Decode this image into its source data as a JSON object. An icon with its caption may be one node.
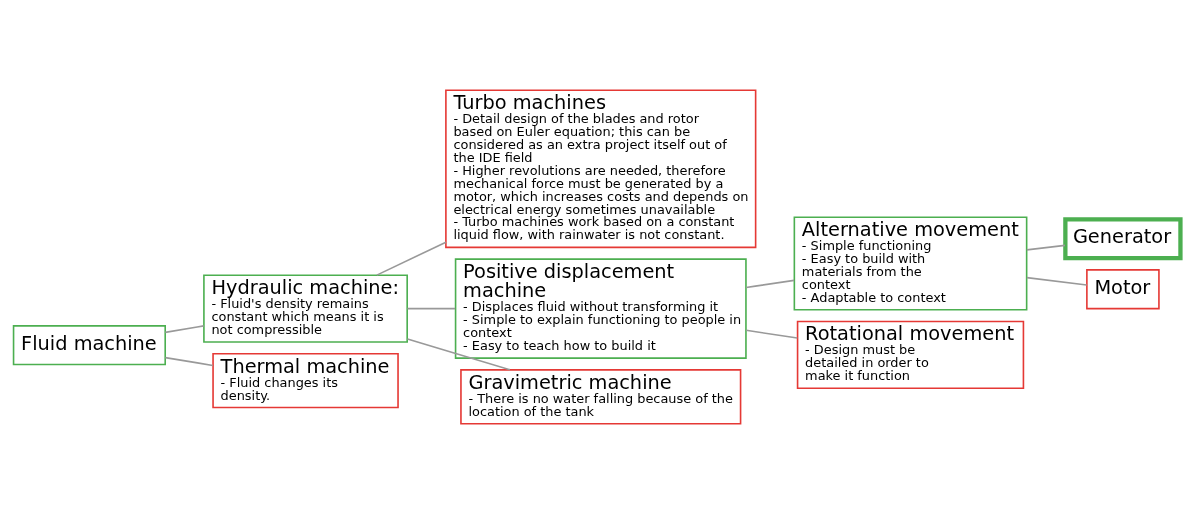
{
  "diagram": {
    "nodes": [
      {
        "text": [
          "Fluid machine"
        ]
      },
      {
        "text": [
          "Hydraulic machine:",
          "- Fluid's density remains constant which means it is not compressible"
        ]
      },
      {
        "text": [
          "Thermal machine",
          "- Fluid changes its density."
        ]
      },
      {
        "text": [
          "Turbo machines",
          "- Detail design of the blades and rotor based on Euler equation; this can be considered as an extra project itself out of the IDE field",
          "- Higher revolutions are needed, therefore mechanical force must be generated by a motor, which increases costs and depends on electrical energy sometimes unavailable",
          "- Turbo machines work based on a constant liquid flow, with rainwater is not constant."
        ]
      },
      {
        "text": [
          "Positive displacement machine",
          "- Displaces fluid without transforming it",
          "- Simple to explain functioning to people in context",
          "- Easy to teach how to build it"
        ]
      },
      {
        "text": [
          "Gravimetric machine",
          "- There is no water falling because of the location of the tank"
        ]
      },
      {
        "text": [
          "Alternative movement",
          "- Simple functioning",
          "- Easy to build with materials from the context",
          "- Adaptable to context"
        ]
      },
      {
        "text": [
          "Rotational movement",
          "- Design must be detailed in order to make it function"
        ]
      },
      {
        "text": [
          "Generator"
        ]
      },
      {
        "text": [
          "Motor"
        ]
      }
    ],
    "edges": [
      {
        "from": 0,
        "to": 1,
        "arrow": "none"
      },
      {
        "from": 0,
        "to": 2,
        "arrow": "none"
      },
      {
        "from": 1,
        "to": 3,
        "arrow": "none"
      },
      {
        "from": 1,
        "to": 4,
        "arrow": "none"
      },
      {
        "from": 1,
        "to": 5,
        "arrow": "none"
      },
      {
        "from": 4,
        "to": 6,
        "arrow": "none"
      },
      {
        "from": 4,
        "to": 7,
        "arrow": "none"
      },
      {
        "from": 6,
        "to": 8,
        "arrow": "none"
      },
      {
        "from": 6,
        "to": 9,
        "arrow": "none"
      }
    ]
  }
}
